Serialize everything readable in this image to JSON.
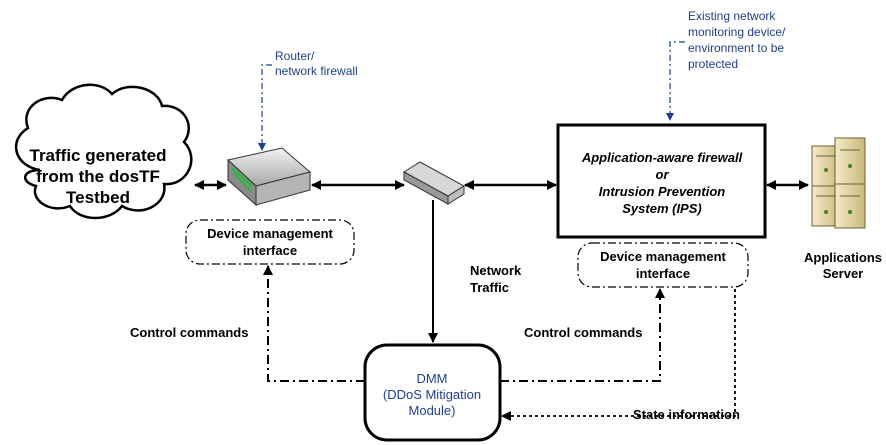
{
  "cloud": {
    "line1": "Traffic generated",
    "line2": "from the dosTF",
    "line3": "Testbed"
  },
  "router_note": {
    "line1": "Router/",
    "line2": "network firewall"
  },
  "monitor_note": {
    "line1": "Existing network",
    "line2": "monitoring device/",
    "line3": "environment to be",
    "line4": "protected"
  },
  "firewall_box": {
    "line1": "Application-aware firewall",
    "line2": "or",
    "line3": "Intrusion Prevention",
    "line4": "System (IPS)"
  },
  "left_mgmt": {
    "line1": "Device management",
    "line2": "interface"
  },
  "right_mgmt": {
    "line1": "Device management",
    "line2": "interface"
  },
  "network_traffic": {
    "line1": "Network",
    "line2": "Traffic"
  },
  "app_server": {
    "line1": "Applications",
    "line2": "Server"
  },
  "control_left": "Control commands",
  "control_right": "Control commands",
  "dmm": {
    "line1": "DMM",
    "line2": "(DDoS Mitigation",
    "line3": "Module)"
  },
  "state_info": "State information",
  "colors": {
    "note_blue": "#1f3f8f",
    "line": "#000000",
    "server_beige": "#e8dcb0"
  }
}
